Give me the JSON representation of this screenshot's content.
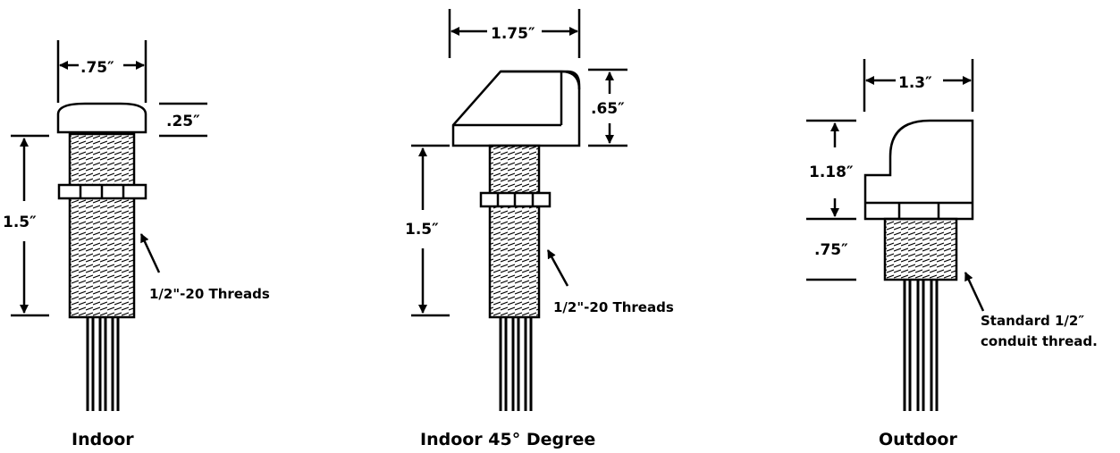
{
  "indoor": {
    "width_label": ".75″",
    "cap_label": ".25″",
    "height_label": "1.5″",
    "thread_note": "1/2\"-20 Threads",
    "caption": "Indoor"
  },
  "indoor45": {
    "width_label": "1.75″",
    "cap_label": ".65″",
    "height_label": "1.5″",
    "thread_note": "1/2\"-20 Threads",
    "caption": "Indoor 45° Degree"
  },
  "outdoor": {
    "width_label": "1.3″",
    "cap_label": "1.18″",
    "height_label": ".75″",
    "thread_note_line1": "Standard 1/2″",
    "thread_note_line2": "conduit thread.",
    "caption": "Outdoor"
  }
}
